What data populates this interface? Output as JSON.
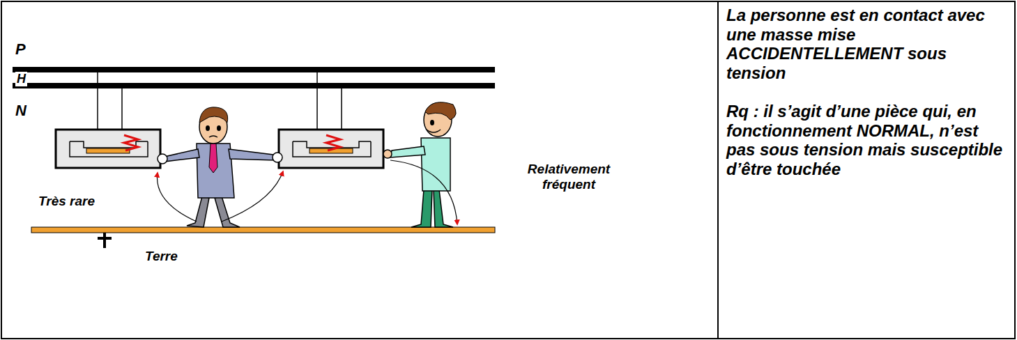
{
  "diagram": {
    "labels": [
      "P",
      "H",
      "N",
      "Très rare",
      "Relativement fréquent",
      "Terre",
      "La personne est en contact avec une masse mise ACCIDENTELLEMENT sous tension",
      "Rq : il s’agit d’une pièce qui, en fonctionnement NORMAL, n’est pas sous tension mais susceptible d’être touchée"
    ]
  }
}
